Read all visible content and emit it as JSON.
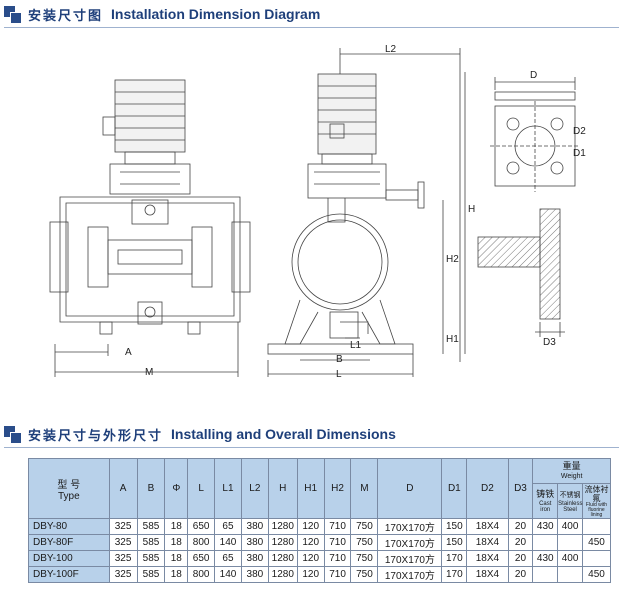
{
  "section1": {
    "title_cn": "安装尺寸图",
    "title_en": "Installation Dimension Diagram"
  },
  "section2": {
    "title_cn": "安装尺寸与外形尺寸",
    "title_en": "Installing and Overall Dimensions"
  },
  "drawing_labels": {
    "A": "A",
    "M": "M",
    "B": "B",
    "L": "L",
    "L1": "L1",
    "L2": "L2",
    "H": "H",
    "H1": "H1",
    "H2": "H2",
    "D": "D",
    "D1": "D1",
    "D2": "D2",
    "D3": "D3"
  },
  "table": {
    "type_cn": "型 号",
    "type_en": "Type",
    "columns": [
      "A",
      "B",
      "Φ",
      "L",
      "L1",
      "L2",
      "H",
      "H1",
      "H2",
      "M",
      "D",
      "D1",
      "D2",
      "D3"
    ],
    "weight_cn": "重量",
    "weight_en": "Weight",
    "weight_cols": [
      {
        "cn": "铸铁",
        "en": "Cast iron"
      },
      {
        "cn": "不锈钢",
        "en": "Stainless Steel"
      },
      {
        "cn": "流体衬氟",
        "en": "Fluid with fluorine lining"
      }
    ],
    "rows": [
      {
        "type": "DBY-80",
        "vals": [
          "325",
          "585",
          "18",
          "650",
          "65",
          "380",
          "1280",
          "120",
          "710",
          "750",
          "170X170方",
          "150",
          "18X4",
          "20"
        ],
        "w": [
          "430",
          "400",
          ""
        ]
      },
      {
        "type": "DBY-80F",
        "vals": [
          "325",
          "585",
          "18",
          "800",
          "140",
          "380",
          "1280",
          "120",
          "710",
          "750",
          "170X170方",
          "150",
          "18X4",
          "20"
        ],
        "w": [
          "",
          "",
          "450"
        ]
      },
      {
        "type": "DBY-100",
        "vals": [
          "325",
          "585",
          "18",
          "650",
          "65",
          "380",
          "1280",
          "120",
          "710",
          "750",
          "170X170方",
          "170",
          "18X4",
          "20"
        ],
        "w": [
          "430",
          "400",
          ""
        ]
      },
      {
        "type": "DBY-100F",
        "vals": [
          "325",
          "585",
          "18",
          "800",
          "140",
          "380",
          "1280",
          "120",
          "710",
          "750",
          "170X170方",
          "170",
          "18X4",
          "20"
        ],
        "w": [
          "",
          "",
          "450"
        ]
      }
    ]
  },
  "colors": {
    "accent": "#1e3f7a",
    "header_fill": "#b8d1ea",
    "line": "#555555"
  }
}
